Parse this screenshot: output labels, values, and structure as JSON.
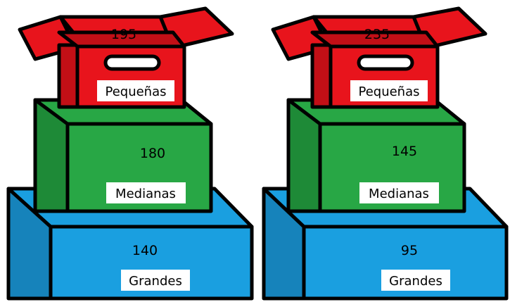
{
  "colors": {
    "small_box": "#e8141c",
    "small_box_dark": "#c20f16",
    "medium_box": "#28a745",
    "medium_box_dark": "#1e8a37",
    "large_box": "#1a9fe0",
    "large_box_dark": "#1683bb",
    "outline": "#000000",
    "label_bg": "#ffffff"
  },
  "stacks": [
    {
      "small": {
        "count": "195",
        "label": "Pequeñas"
      },
      "medium": {
        "count": "180",
        "label": "Medianas"
      },
      "large": {
        "count": "140",
        "label": "Grandes"
      }
    },
    {
      "small": {
        "count": "235",
        "label": "Pequeñas"
      },
      "medium": {
        "count": "145",
        "label": "Medianas"
      },
      "large": {
        "count": "95",
        "label": "Grandes"
      }
    }
  ]
}
